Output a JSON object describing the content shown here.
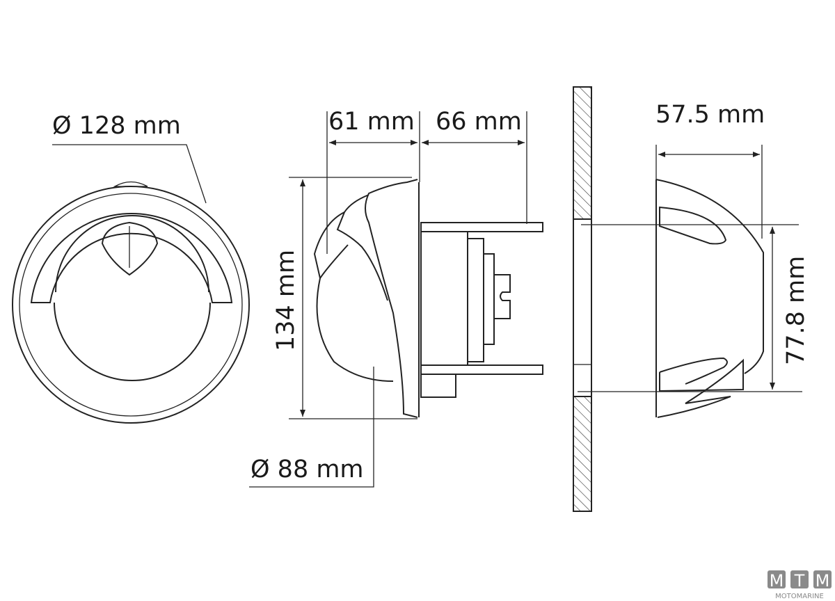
{
  "dimensions": {
    "outer_diameter": "Ø 128 mm",
    "dome_depth": "61 mm",
    "rear_depth": "66 mm",
    "height": "134 mm",
    "dome_diameter": "Ø 88 mm",
    "cutout_depth": "57.5 mm",
    "cutout_height": "77.8 mm"
  },
  "logo": {
    "letters": [
      "M",
      "T",
      "M"
    ],
    "name": "MOTOMARINE"
  }
}
